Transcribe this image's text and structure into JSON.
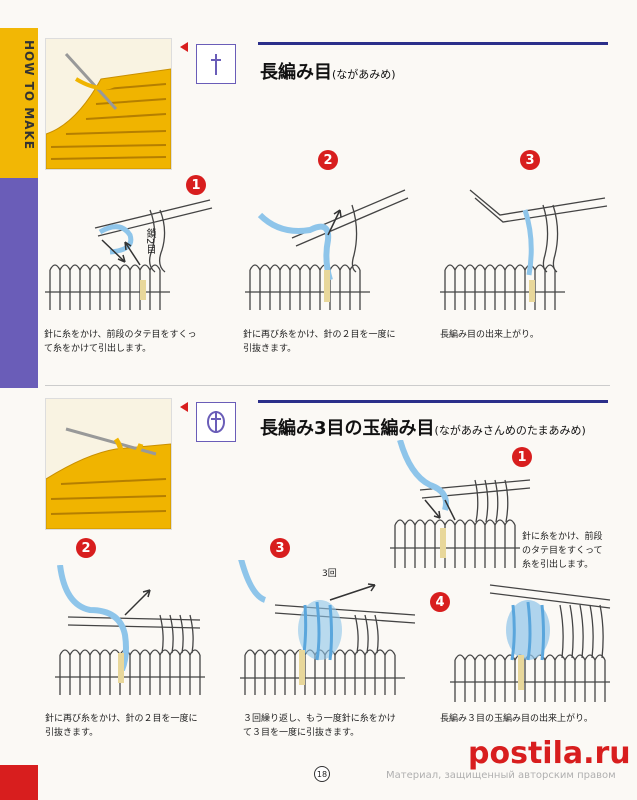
{
  "sidebar": {
    "label": "HOW TO MAKE"
  },
  "section1": {
    "title": "長編み目",
    "reading": "(ながあみめ)",
    "steps": [
      {
        "num": "1",
        "label": "鎖2目",
        "caption_lines": [
          "針に糸をかけ、前段のタテ目をすくっ",
          "て糸をかけて引出します。"
        ]
      },
      {
        "num": "2",
        "caption_lines": [
          "針に再び糸をかけ、針の２目を一度に",
          "引抜きます。"
        ]
      },
      {
        "num": "3",
        "caption_lines": [
          "長編み目の出来上がり。"
        ]
      }
    ]
  },
  "section2": {
    "title": "長編み3目の玉編み目",
    "reading": "(ながあみさんめのたまあみめ)",
    "steps": [
      {
        "num": "1",
        "caption_lines": [
          "針に糸をかけ、前段",
          "のタテ目をすくって",
          "糸を引出します。"
        ]
      },
      {
        "num": "2",
        "caption_lines": [
          "針に再び糸をかけ、針の２目を一度に",
          "引抜きます。"
        ]
      },
      {
        "num": "3",
        "label": "3回",
        "caption_lines": [
          "３回繰り返し、もう一度針に糸をかけ",
          "て３目を一度に引抜きます。"
        ]
      },
      {
        "num": "4",
        "caption_lines": [
          "長編み３目の玉編み目の出来上がり。"
        ]
      }
    ]
  },
  "page_number": "18",
  "watermark": "Материал, защищенный авторским правом",
  "logo": "postila.ru",
  "colors": {
    "accent": "#d81e1e",
    "rule": "#2b2f8a",
    "yarn_blue": "#8ec5ea",
    "yarn_yellow": "#f2b705"
  }
}
